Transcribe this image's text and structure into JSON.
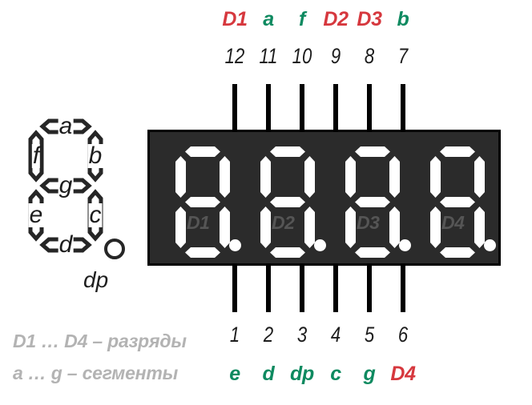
{
  "component": {
    "type": "4-digit 7-segment LED display pinout diagram",
    "panel_color": "#2b2b2b",
    "segment_on_color": "#ffffff",
    "digit_label_color": "#555555",
    "digit_pin_color": "#d6383e",
    "segment_pin_color": "#0e8a60"
  },
  "display": {
    "digits": [
      {
        "label": "D1"
      },
      {
        "label": "D2"
      },
      {
        "label": "D3"
      },
      {
        "label": "D4"
      }
    ]
  },
  "pins": {
    "top": [
      {
        "number": "12",
        "function": "D1",
        "kind": "digit"
      },
      {
        "number": "11",
        "function": "a",
        "kind": "segment"
      },
      {
        "number": "10",
        "function": "f",
        "kind": "segment"
      },
      {
        "number": "9",
        "function": "D2",
        "kind": "digit"
      },
      {
        "number": "8",
        "function": "D3",
        "kind": "digit"
      },
      {
        "number": "7",
        "function": "b",
        "kind": "segment"
      }
    ],
    "bottom": [
      {
        "number": "1",
        "function": "e",
        "kind": "segment"
      },
      {
        "number": "2",
        "function": "d",
        "kind": "segment"
      },
      {
        "number": "3",
        "function": "dp",
        "kind": "segment"
      },
      {
        "number": "4",
        "function": "c",
        "kind": "segment"
      },
      {
        "number": "5",
        "function": "g",
        "kind": "segment"
      },
      {
        "number": "6",
        "function": "D4",
        "kind": "digit"
      }
    ]
  },
  "segment_reference": {
    "letters": [
      "a",
      "b",
      "c",
      "d",
      "e",
      "f",
      "g"
    ],
    "decimal_point_label": "dp"
  },
  "legend": {
    "line1": "D1 … D4 – разряды",
    "line2": "a … g – сегменты"
  }
}
